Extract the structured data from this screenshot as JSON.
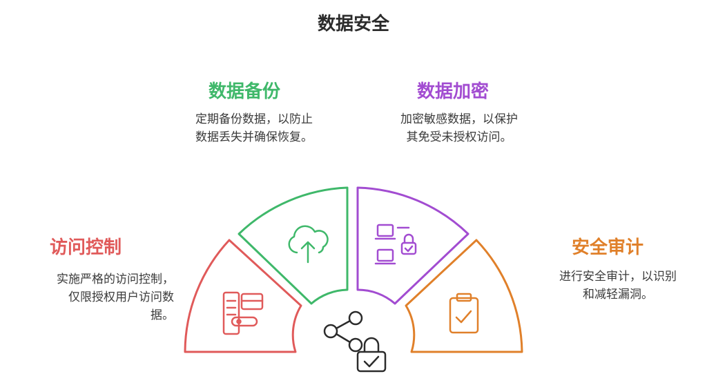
{
  "title": "数据安全",
  "sections": [
    {
      "heading": "访问控制",
      "description": "实施严格的访问控制，\n仅限授权用户访问数\n据。",
      "color": "#e05a5a",
      "icon": "server-lock-icon"
    },
    {
      "heading": "数据备份",
      "description": "定期备份数据，以防止\n数据丢失并确保恢复。",
      "color": "#3fb86a",
      "icon": "cloud-upload-icon"
    },
    {
      "heading": "数据加密",
      "description": "加密敏感数据，以保护\n其免受未授权访问。",
      "color": "#a24cd1",
      "icon": "devices-lock-icon"
    },
    {
      "heading": "安全审计",
      "description": "进行安全审计，以识别\n和减轻漏洞。",
      "color": "#e0802a",
      "icon": "clipboard-check-icon"
    }
  ],
  "center_icon": "share-lock-icon"
}
